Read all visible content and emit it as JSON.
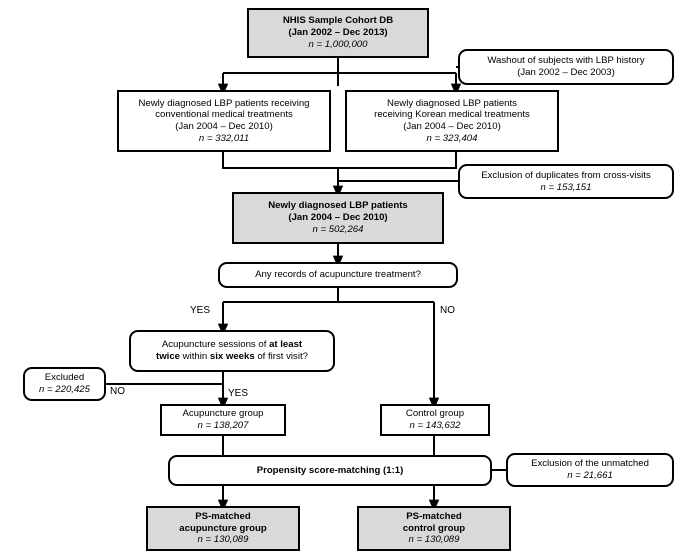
{
  "diagram": {
    "title": "NHIS cohort low back pain acupuncture study flow diagram",
    "accent_shaded": "#d9d9d9",
    "line_color": "#000000",
    "nodes": {
      "cohort_db": {
        "line1": "NHIS Sample Cohort DB",
        "line2": "(Jan 2002 – Dec 2013)",
        "line3": "n = 1,000,000"
      },
      "washout": {
        "line1": "Washout of subjects with LBP history",
        "line2": "(Jan 2002 – Dec 2003)"
      },
      "conventional": {
        "line1": "Newly diagnosed LBP patients receiving",
        "line2": "conventional medical treatments",
        "line3": "(Jan 2004 – Dec 2010)",
        "line4": "n = 332,011"
      },
      "korean": {
        "line1": "Newly diagnosed LBP patients",
        "line2": "receiving Korean medical treatments",
        "line3": "(Jan 2004 – Dec 2010)",
        "line4": "n = 323,404"
      },
      "duplicates": {
        "line1": "Exclusion of duplicates from cross-visits",
        "line2": "n = 153,151"
      },
      "newly_diagnosed": {
        "line1": "Newly diagnosed LBP patients",
        "line2": "(Jan 2004 – Dec 2010)",
        "line3": "n = 502,264"
      },
      "any_records": {
        "line1": "Any records of acupuncture treatment?"
      },
      "sessions": {
        "line1_a": "Acupuncture sessions of ",
        "line1_b": "at least",
        "line2_a": "twice",
        "line2_b": " within ",
        "line2_c": "six weeks",
        "line2_d": " of first visit?"
      },
      "excluded": {
        "line1": "Excluded",
        "line2": "n = 220,425"
      },
      "acupuncture_group": {
        "line1": "Acupuncture group",
        "line2": "n = 138,207"
      },
      "control_group": {
        "line1": "Control group",
        "line2": "n = 143,632"
      },
      "ps_matching": {
        "line1": "Propensity score-matching (1:1)"
      },
      "unmatched": {
        "line1": "Exclusion of the unmatched",
        "line2": "n = 21,661"
      },
      "ps_acupuncture": {
        "line1": "PS-matched",
        "line2": "acupuncture group",
        "line3": "n = 130,089"
      },
      "ps_control": {
        "line1": "PS-matched",
        "line2": "control group",
        "line3": "n = 130,089"
      }
    },
    "edge_labels": {
      "yes_left_top": "YES",
      "no_right_top": "NO",
      "no_left_lower": "NO",
      "yes_lower": "YES"
    }
  }
}
